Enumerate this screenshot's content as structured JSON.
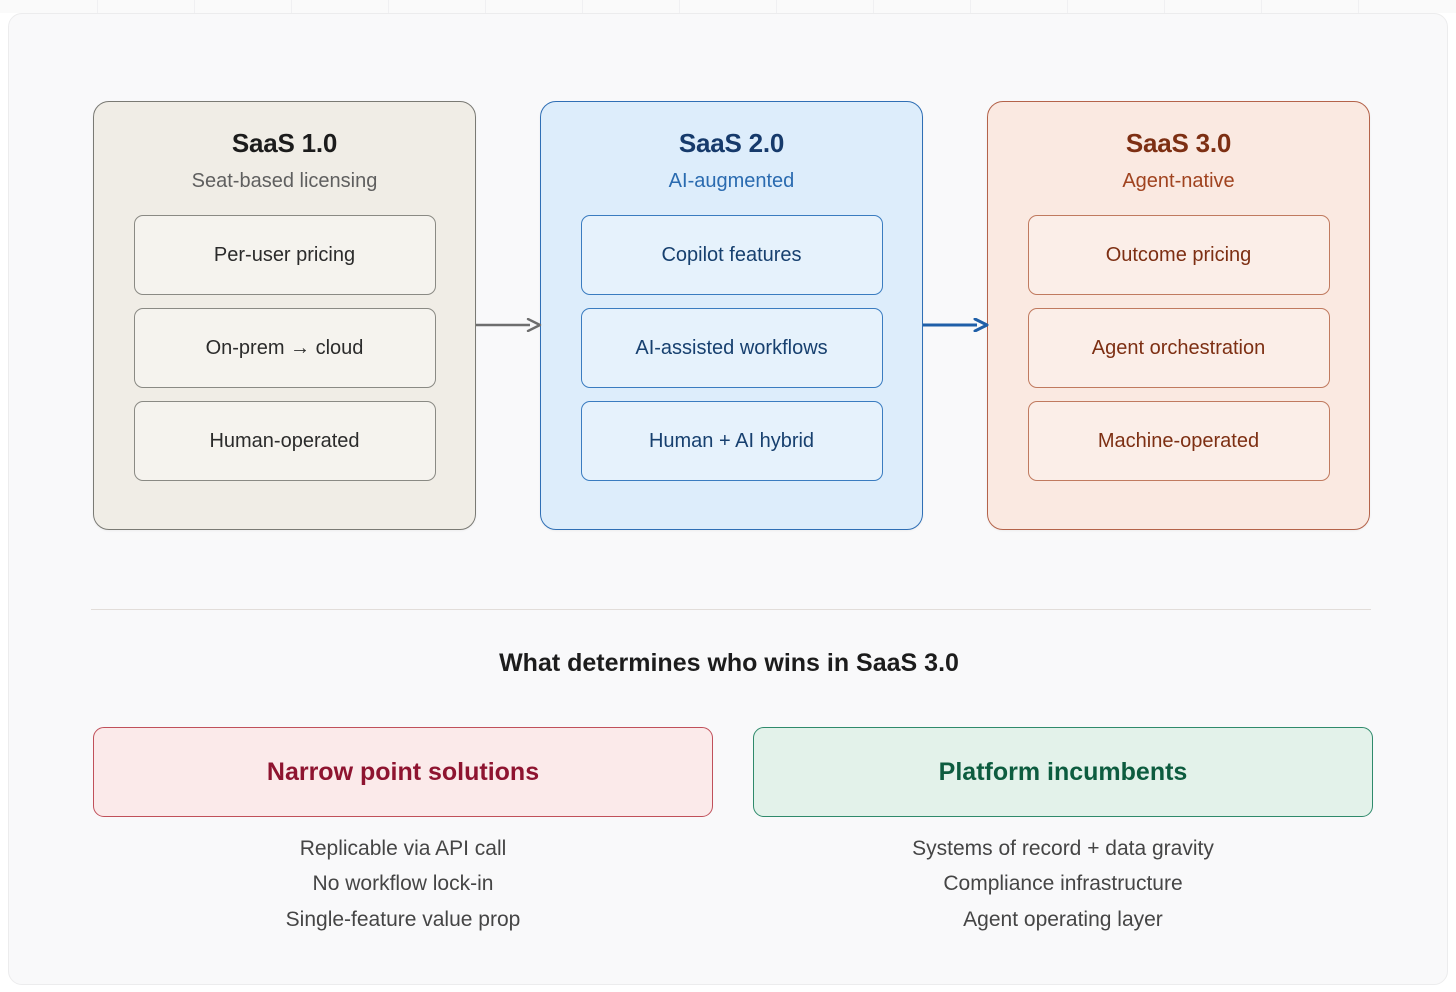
{
  "eras": [
    {
      "title": "SaaS 1.0",
      "subtitle": "Seat-based licensing",
      "items": [
        "Per-user pricing",
        "On-prem → cloud",
        "Human-operated"
      ]
    },
    {
      "title": "SaaS 2.0",
      "subtitle": "AI-augmented",
      "items": [
        "Copilot features",
        "AI-assisted workflows",
        "Human + AI hybrid"
      ]
    },
    {
      "title": "SaaS 3.0",
      "subtitle": "Agent-native",
      "items": [
        "Outcome pricing",
        "Agent orchestration",
        "Machine-operated"
      ]
    }
  ],
  "arrows": [
    {
      "name": "arrow-era1-to-era2",
      "color": "#6e6e6e"
    },
    {
      "name": "arrow-era2-to-era3",
      "color": "#1f5fa8"
    }
  ],
  "bottom": {
    "heading": "What determines who wins in SaaS 3.0",
    "columns": [
      {
        "label": "Narrow point solutions",
        "items": [
          "Replicable via API call",
          "No workflow lock-in",
          "Single-feature value prop"
        ]
      },
      {
        "label": "Platform incumbents",
        "items": [
          "Systems of record + data gravity",
          "Compliance infrastructure",
          "Agent operating layer"
        ]
      }
    ]
  },
  "colors": {
    "era1_fill": "#f0ede6",
    "era1_border": "#7a7a74",
    "era2_fill": "#ddedfb",
    "era2_border": "#2f6fb5",
    "era3_fill": "#fae9e1",
    "era3_border": "#b4634a",
    "narrow_fill": "#fbeaea",
    "narrow_border": "#c0505a",
    "platform_fill": "#e3f2ea",
    "platform_border": "#2f8a6b",
    "canvas_bg": "#f9f9fa"
  }
}
